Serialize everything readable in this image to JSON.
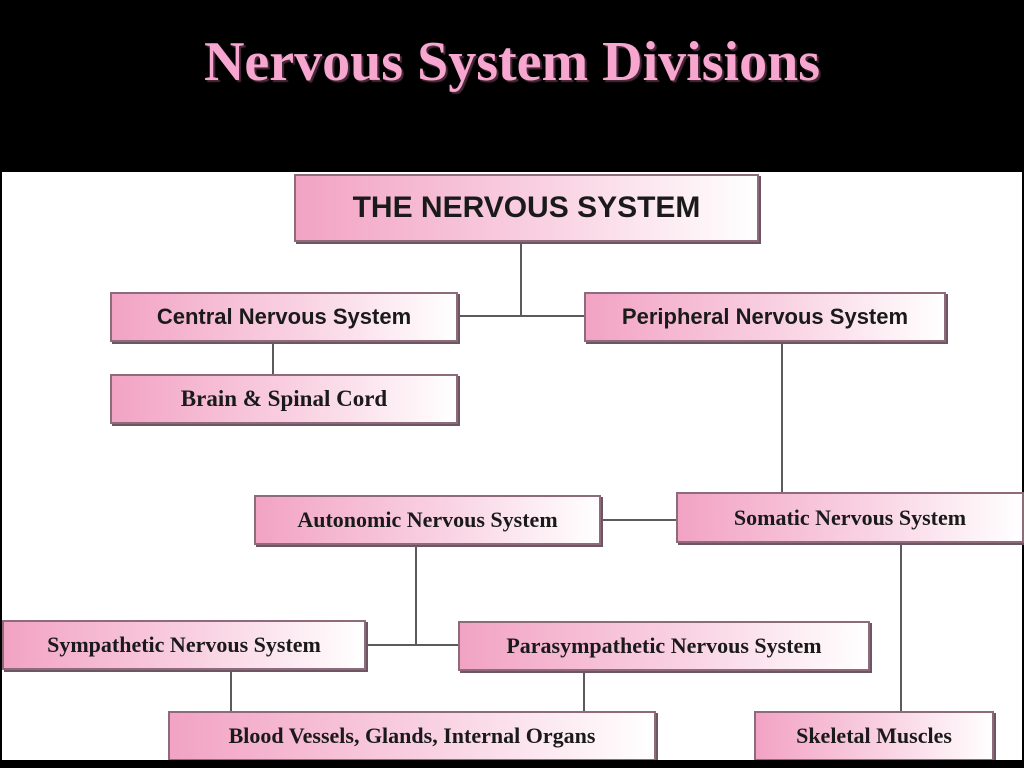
{
  "title": "Nervous System Divisions",
  "colors": {
    "title_pink": "#f7a6cf",
    "box_pink": "#f2a3c4",
    "background": "#000000",
    "panel": "#ffffff"
  },
  "nodes": {
    "root": "THE NERVOUS SYSTEM",
    "cns": "Central Nervous System",
    "pns": "Peripheral Nervous System",
    "brain": "Brain & Spinal Cord",
    "autonomic": "Autonomic Nervous System",
    "somatic": "Somatic Nervous System",
    "sympathetic": "Sympathetic Nervous System",
    "parasympathetic": "Parasympathetic Nervous System",
    "organs": "Blood Vessels, Glands, Internal Organs",
    "skeletal": "Skeletal Muscles"
  }
}
